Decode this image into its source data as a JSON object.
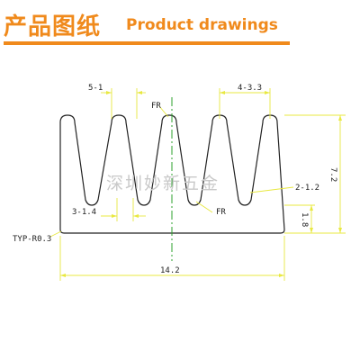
{
  "header": {
    "title_cn": "产品图纸",
    "title_en": "Product drawings",
    "accent_color": "#f08a1c"
  },
  "drawing": {
    "dimensions": {
      "fin_thickness": "5-1",
      "fin_pitch": "4-3.3",
      "fillet_top": "FR",
      "fillet_bottom": "FR",
      "slot_width": "3-1.4",
      "slot_radius": "2-1.2",
      "total_height": "7.2",
      "base_thickness": "1.8",
      "corner_radius": "TYP-R0.3",
      "total_width": "14.2"
    },
    "watermark": "深圳妙新五金",
    "dimension_color": "#e8e840",
    "centerline_color": "#2ea02e"
  }
}
